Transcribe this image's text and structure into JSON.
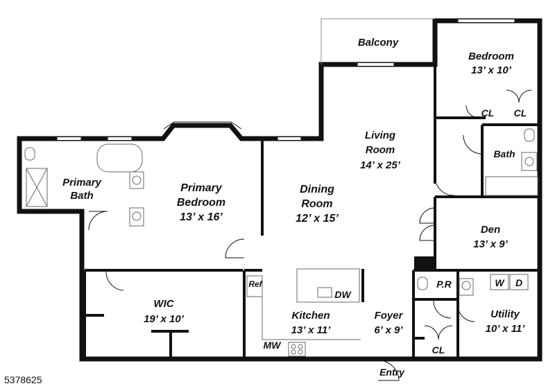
{
  "rooms": {
    "balcony": {
      "name": "Balcony"
    },
    "bedroom": {
      "name": "Bedroom",
      "size": "13’ x 10’"
    },
    "living": {
      "name_line1": "Living",
      "name_line2": "Room",
      "size": "14’ x 25’"
    },
    "dining": {
      "name_line1": "Dining",
      "name_line2": "Room",
      "size": "12’ x 15’"
    },
    "primary_bedroom": {
      "name_line1": "Primary",
      "name_line2": "Bedroom",
      "size": "13’ x 16’"
    },
    "primary_bath": {
      "name_line1": "Primary",
      "name_line2": "Bath"
    },
    "bath": {
      "name": "Bath"
    },
    "den": {
      "name": "Den",
      "size": "13’ x 9’"
    },
    "wic": {
      "name": "WIC",
      "size": "19’ x 10’"
    },
    "kitchen": {
      "name": "Kitchen",
      "size": "13’ x 11’"
    },
    "foyer": {
      "name": "Foyer",
      "size": "6’ x 9’"
    },
    "utility": {
      "name": "Utility",
      "size": "10’ x 11’"
    }
  },
  "fixtures": {
    "closet_1": "CL",
    "closet_2": "CL",
    "closet_3": "CL",
    "powder_room": "P.R",
    "washer": "W",
    "dryer": "D",
    "refrigerator": "Ref",
    "dishwasher": "DW",
    "microwave": "MW"
  },
  "entry_label": "Entry",
  "listing_number": "5378625",
  "colors": {
    "wall": "#111111",
    "background": "#ffffff",
    "fixture_line": "#666666"
  }
}
